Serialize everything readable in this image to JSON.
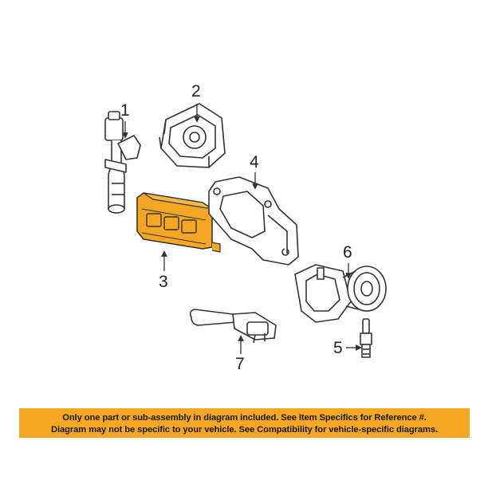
{
  "callouts": {
    "c1": "1",
    "c2": "2",
    "c3": "3",
    "c4": "4",
    "c5": "5",
    "c6": "6",
    "c7": "7"
  },
  "colors": {
    "highlight": "#f5a623",
    "line": "#333333",
    "banner": "#f5a623"
  },
  "banner": {
    "line1": "Only one part or sub-assembly in diagram included. See Item Specifics for Reference #.",
    "line2": "Diagram may not be specific to your vehicle. See Compatibility for vehicle-specific diagrams."
  }
}
